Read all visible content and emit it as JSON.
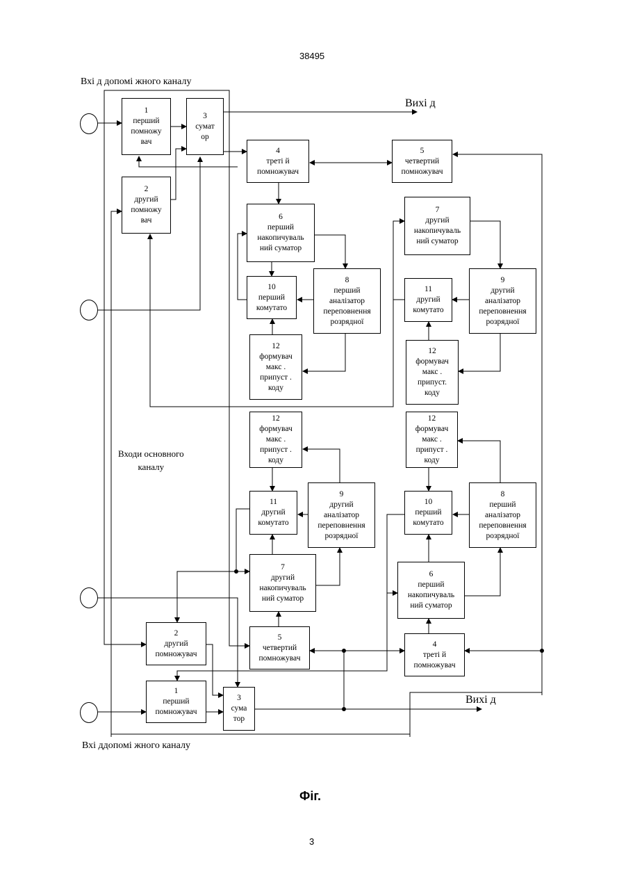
{
  "page": {
    "patent_number": "38495",
    "page_number": "3",
    "figure_caption": "Фіг."
  },
  "labels": {
    "aux_input_top": "Вхі д допомі жного каналу",
    "aux_input_bottom": "Вхі ддопомі жного каналу",
    "main_inputs": "Входи основного\nканалу",
    "output_top": "Вихі д",
    "output_bottom": "Вихі д"
  },
  "top_blocks": {
    "b1": "1\nперший\nпомножу\nвач",
    "b2": "2\nдругий\nпомножу\nвач",
    "b3": "3\nсумат\nор",
    "b4": "4\nтреті й\nпомножувач",
    "b5": "5\nчетвертий\nпомножувач",
    "b6": "6\nперший\nнакопичуваль\nний суматор",
    "b7": "7\nдругий\nнакопичуваль\nний суматор",
    "b8": "8\nперший\nаналізатор\nпереповнення\nрозрядної",
    "b9": "9\nдругий\nаналізатор\nпереповнення\nрозрядної",
    "b10": "10\nперший\nкомутато",
    "b11": "11\nдругий\nкомутато",
    "b12a": "12\nформувач\nмакс .\nприпуст .\nкоду",
    "b12b": "12\nформувач\nмакс .\nприпуст.\nкоду"
  },
  "bottom_blocks": {
    "b12c": "12\nформувач\nмакс .\nприпуст .\nкоду",
    "b12d": "12\nформувач\nмакс .\nприпуст .\nкоду",
    "b11": "11\nдругий\nкомутато",
    "b9": "9\nдругий\nаналізатор\nпереповнення\nрозрядної",
    "b10": "10\nперший\nкомутато",
    "b8": "8\nперший\nаналізатор\nпереповнення\nрозрядної",
    "b7": "7\nдругий\nнакопичуваль\nний суматор",
    "b6": "6\nперший\nнакопичуваль\nний суматор",
    "b2": "2\nдругий\nпомножувач",
    "b5": "5\nчетвертий\nпомножувач",
    "b4": "4\nтреті й\nпомножувач",
    "b1": "1\nперший\nпомножувач",
    "b3": "3\nсума\nтор"
  }
}
